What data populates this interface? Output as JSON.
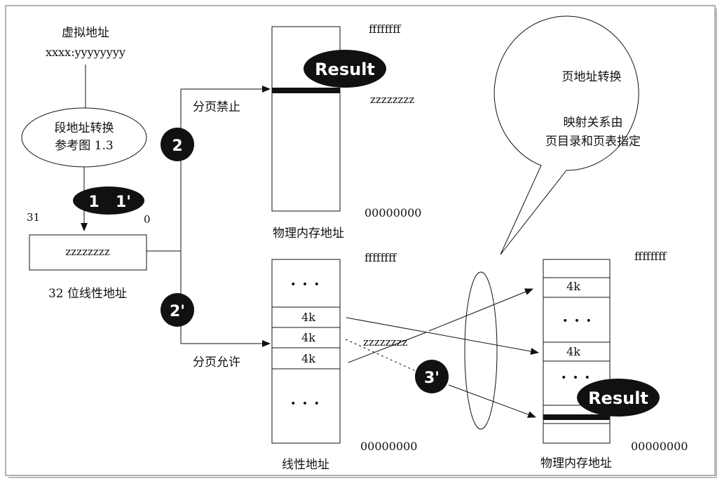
{
  "virtual": {
    "title": "虚拟地址",
    "format": "xxxx:yyyyyyyy"
  },
  "segment_box": {
    "line1": "段地址转换",
    "line2": "参考图 1.3"
  },
  "linear_box": {
    "value": "zzzzzzzz",
    "bit_high": "31",
    "bit_low": "0",
    "caption": "32 位线性地址"
  },
  "steps": {
    "step1": "1",
    "step1b": "1'",
    "step2": "2",
    "step2b": "2'",
    "step3b": "3'"
  },
  "paging_off": {
    "label": "分页禁止",
    "top": "ffffffff",
    "value": "zzzzzzzz",
    "bottom": "00000000",
    "caption": "物理内存地址",
    "result": "Result"
  },
  "linear_space": {
    "label": "分页允许",
    "top": "ffffffff",
    "dots": "• • •",
    "pages": [
      "4k",
      "4k",
      "4k"
    ],
    "bottom": "00000000",
    "caption": "线性地址",
    "addr": "zzzzzzzz"
  },
  "paging_on": {
    "top": "ffffffff",
    "page1": "4k",
    "page2": "4k",
    "dots": "• • •",
    "bottom": "00000000",
    "caption": "物理内存地址",
    "result": "Result"
  },
  "bubble": {
    "title": "页地址转换",
    "line1": "映射关系由",
    "line2": "页目录和页表指定"
  }
}
